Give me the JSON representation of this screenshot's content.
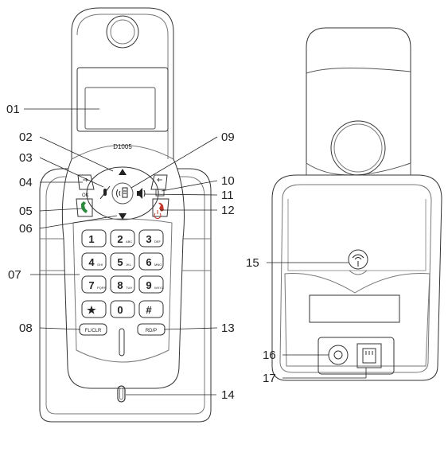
{
  "handset": {
    "model": "D1005",
    "ok_label": "OK",
    "keypad": [
      {
        "num": "1",
        "sub": ""
      },
      {
        "num": "2",
        "sub": "ABC"
      },
      {
        "num": "3",
        "sub": "DEF"
      },
      {
        "num": "4",
        "sub": "GHI"
      },
      {
        "num": "5",
        "sub": "JKL"
      },
      {
        "num": "6",
        "sub": "MNO"
      },
      {
        "num": "7",
        "sub": "PQRS"
      },
      {
        "num": "8",
        "sub": "TUV"
      },
      {
        "num": "9",
        "sub": "WXYZ"
      },
      {
        "num": "★",
        "sub": ""
      },
      {
        "num": "0",
        "sub": ""
      },
      {
        "num": "#",
        "sub": ""
      }
    ],
    "fl_clr_label": "FL/CLR",
    "rd_p_label": "RD/P"
  },
  "callouts": {
    "c01": "01",
    "c02": "02",
    "c03": "03",
    "c04": "04",
    "c05": "05",
    "c06": "06",
    "c07": "07",
    "c08": "08",
    "c09": "09",
    "c10": "10",
    "c11": "11",
    "c12": "12",
    "c13": "13",
    "c14": "14",
    "c15": "15",
    "c16": "16",
    "c17": "17"
  },
  "icons": [
    "up-arrow-icon",
    "down-arrow-icon",
    "mute-icon",
    "intercom-icon",
    "speaker-icon",
    "phone-green-icon",
    "phone-red-icon",
    "power-icon",
    "memory-icon",
    "menu-icon",
    "charge-indicator-icon",
    "power-socket-icon",
    "phone-line-socket-icon"
  ]
}
